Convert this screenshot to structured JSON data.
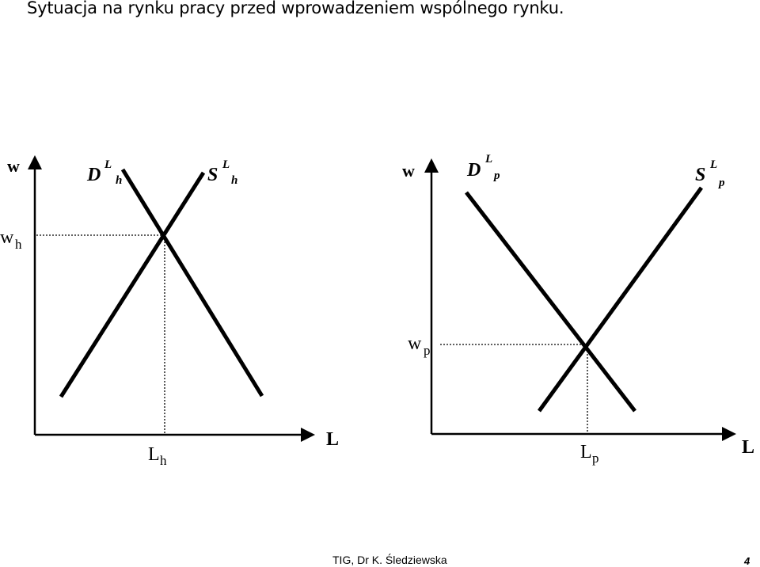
{
  "title": "Sytuacja na rynku pracy przed wprowadzeniem wspólnego rynku.",
  "left_panel": {
    "y_axis_label": "w",
    "x_axis_label": "L",
    "demand": {
      "main": "D",
      "sup": "L",
      "sub": "h"
    },
    "supply": {
      "main": "S",
      "sup": "L",
      "sub": "h"
    },
    "eq_wage": {
      "main": "w",
      "sub": "h"
    },
    "eq_labor": {
      "main": "L",
      "sub": "h"
    }
  },
  "right_panel": {
    "y_axis_label": "w",
    "x_axis_label": "L",
    "demand": {
      "main": "D",
      "sup": "L",
      "sub": "p"
    },
    "supply": {
      "main": "S",
      "sup": "L",
      "sub": "p"
    },
    "eq_wage": {
      "main": "w",
      "sub": "p"
    },
    "eq_labor": {
      "main": "L",
      "sub": "p"
    }
  },
  "footer": {
    "text": "TIG, Dr K. Śledziewska",
    "page": "4"
  }
}
